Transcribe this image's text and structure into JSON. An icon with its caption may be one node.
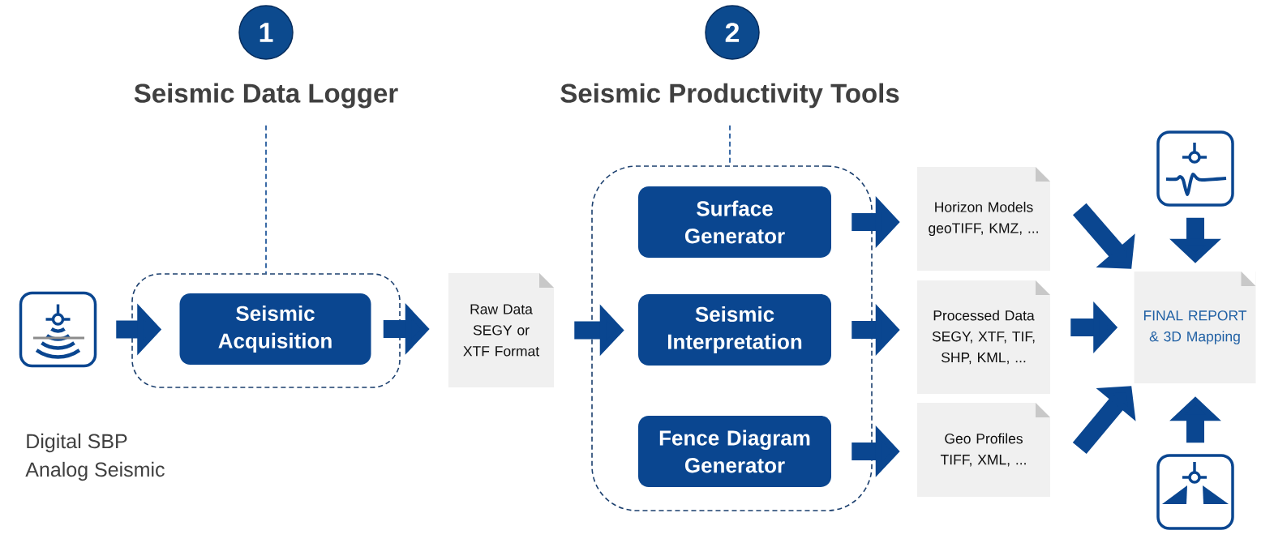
{
  "diagram": {
    "nodes": [
      {
        "text": [
          "1"
        ]
      },
      {
        "text": [
          "Seismic Data Logger"
        ]
      },
      {
        "text": [
          "2"
        ]
      },
      {
        "text": [
          "Seismic Productivity Tools"
        ]
      },
      {
        "text": [],
        "shape": "picture",
        "beside": [
          "Digital SBP",
          "Analog Seismic"
        ]
      },
      {
        "text": [],
        "shape": "box"
      },
      {
        "text": [
          "Seismic Acquisition"
        ],
        "in": 5
      },
      {
        "text": [
          "Raw Data SEGY or XTF Format"
        ]
      },
      {
        "text": [],
        "shape": "box"
      },
      {
        "text": [
          "Surface Generator"
        ],
        "in": 8
      },
      {
        "text": [
          "Seismic Interpretation"
        ],
        "in": 8
      },
      {
        "text": [
          "Fence Diagram Generator"
        ],
        "in": 8
      },
      {
        "text": [
          "Horizon Models geoTIFF, KMZ, ..."
        ]
      },
      {
        "text": [
          "Processed Data SEGY, XTF, TIF, SHP, KML, ..."
        ]
      },
      {
        "text": [
          "Geo Profiles TIFF, XML, ..."
        ]
      },
      {
        "text": [],
        "shape": "picture"
      },
      {
        "text": [
          "FINAL REPORT & 3D Mapping"
        ]
      },
      {
        "text": [],
        "shape": "picture"
      }
    ],
    "edges": [
      {
        "from": 4,
        "to": 6,
        "arrow": "to"
      },
      {
        "from": 6,
        "to": 7,
        "arrow": "to"
      },
      {
        "from": 7,
        "to": 10,
        "arrow": "to"
      },
      {
        "from": 9,
        "to": 12,
        "arrow": "to"
      },
      {
        "from": 10,
        "to": 13,
        "arrow": "to"
      },
      {
        "from": 11,
        "to": 14,
        "arrow": "to"
      },
      {
        "from": 12,
        "to": 16,
        "arrow": "to"
      },
      {
        "from": 13,
        "to": 16,
        "arrow": "to"
      },
      {
        "from": 14,
        "to": 16,
        "arrow": "to"
      },
      {
        "from": 15,
        "to": 16,
        "arrow": "to"
      },
      {
        "from": 17,
        "to": 16,
        "arrow": "to"
      },
      {
        "from": 1,
        "to": 5,
        "arrow": "none",
        "style": "dashed"
      },
      {
        "from": 3,
        "to": 8,
        "arrow": "none",
        "style": "dashed"
      }
    ]
  }
}
